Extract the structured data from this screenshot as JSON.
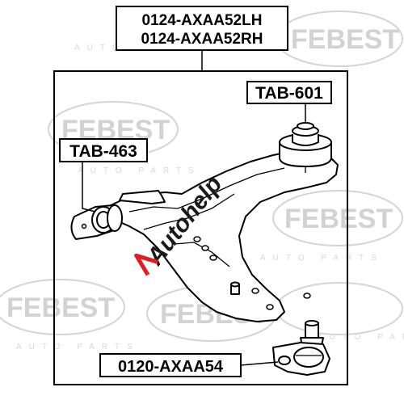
{
  "part_numbers": {
    "main_line1": "0124-AXAA52LH",
    "main_line2": "0124-AXAA52RH",
    "bushing_rear": "TAB-601",
    "bushing_front": "TAB-463",
    "ball_joint": "0120-AXAA54"
  },
  "watermark": {
    "brand": "FEBEST",
    "subtitle": "AUTO PARTS",
    "overlay_logo": "Autohelp"
  },
  "colors": {
    "line": "#000000",
    "watermark": "#d2d2d2",
    "overlay_red": "#e11b22",
    "overlay_dark": "#1a1a1a"
  }
}
